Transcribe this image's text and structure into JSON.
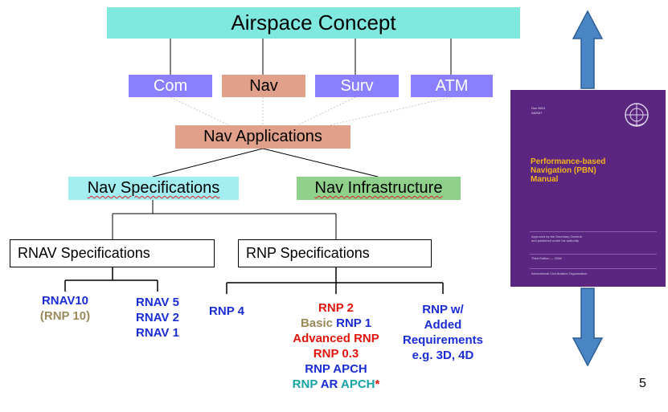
{
  "top": {
    "title": "Airspace Concept"
  },
  "pillars": [
    {
      "label": "Com",
      "color": "#8a80ff"
    },
    {
      "label": "Nav",
      "color": "#e0a08a"
    },
    {
      "label": "Surv",
      "color": "#8a80ff"
    },
    {
      "label": "ATM",
      "color": "#8a80ff"
    }
  ],
  "nav_applications": "Nav Applications",
  "nav_specifications": "Nav Specifications",
  "nav_infrastructure": "Nav Infrastructure",
  "rnav_specifications": "RNAV Specifications",
  "rnp_specifications": "RNP Specifications",
  "rnav": {
    "left": {
      "line1": "RNAV10",
      "line2": "(RNP 10)"
    },
    "right": {
      "line1": "RNAV 5",
      "line2": "RNAV 2",
      "line3": "RNAV 1"
    }
  },
  "rnp": {
    "rnp4": "RNP 4",
    "center": {
      "rnp2": "RNP 2",
      "basic": "Basic",
      "rnp1": "RNP 1",
      "advanced": "Advanced RNP",
      "rnp03": "RNP 0.3",
      "apch": "RNP APCH",
      "ar_rnp": "RNP",
      "ar_ar": "AR",
      "ar_apch": "APCH",
      "ar_star": "*"
    },
    "added": {
      "line1": "RNP w/",
      "line2": "Added",
      "line3": "Requirements",
      "line4": "e.g. 3D, 4D"
    }
  },
  "manual": {
    "doc_no": "Doc 9613",
    "doc_sub": "AN/937",
    "title_line1": "Performance-based",
    "title_line2": "Navigation (PBN)",
    "title_line3": "Manual",
    "approved": "Approved by the Secretary General",
    "approved2": "and published under his authority",
    "edition": "Third Edition — 2008",
    "org": "International Civil Aviation Organization"
  },
  "colors": {
    "arrow": "#4a86c6",
    "arrow_stroke": "#2e5f96",
    "manual_bg": "#5a2680",
    "manual_title": "#f6b21a"
  },
  "icons": {
    "up_arrow": "up-arrow-icon",
    "down_arrow": "down-arrow-icon",
    "emblem": "icao-emblem-icon"
  },
  "page_number": "5"
}
